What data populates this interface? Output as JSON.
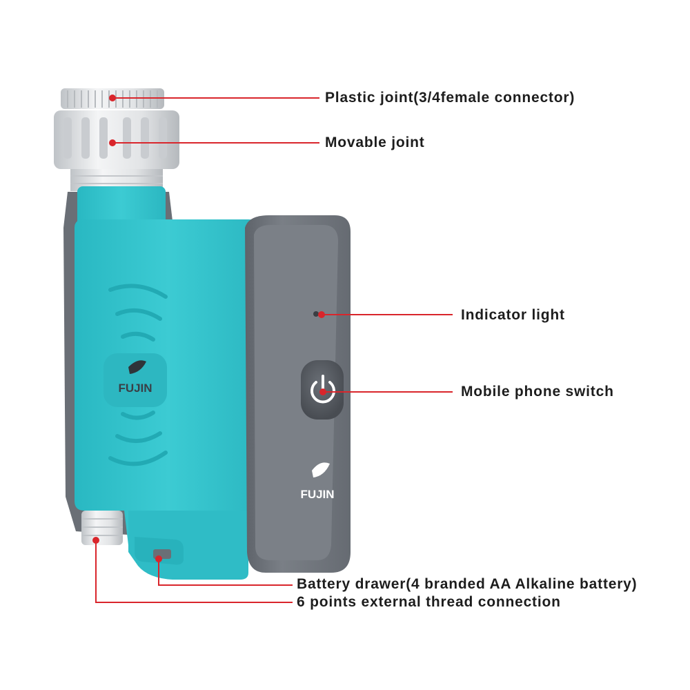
{
  "colors": {
    "body_teal": "#33c3cc",
    "body_teal_dark": "#1fa6b1",
    "housing_gray": "#6e737b",
    "housing_gray_dark": "#565a61",
    "connector_white": "#e6e8ea",
    "callout_red": "#d9252b",
    "label_text": "#1d1d1d"
  },
  "product": {
    "brand_front": "FUJIN",
    "brand_side": "FUJIN",
    "icons": [
      "leaf-logo-icon",
      "power-icon",
      "wireless-signal-icon"
    ]
  },
  "callouts": {
    "plastic_joint": "Plastic joint(3/4female connector)",
    "movable_joint": "Movable joint",
    "indicator_light": "Indicator light",
    "mobile_phone_switch": "Mobile phone switch",
    "battery_drawer": "Battery drawer(4 branded AA Alkaline battery)",
    "external_thread": "6 points external thread connection"
  }
}
